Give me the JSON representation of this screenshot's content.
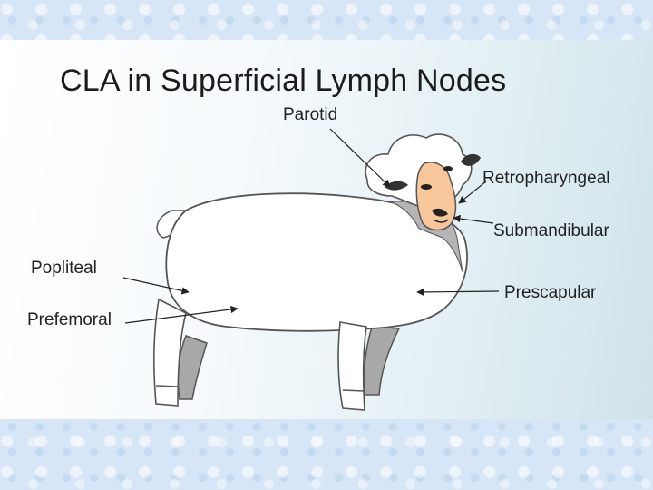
{
  "slide": {
    "title": "CLA in Superficial Lymph Nodes"
  },
  "diagram": {
    "subject": "sheep",
    "labels": {
      "parotid": "Parotid",
      "retropharyngeal": "Retropharyngeal",
      "submandibular": "Submandibular",
      "popliteal": "Popliteal",
      "prescapular": "Prescapular",
      "prefemoral": "Prefemoral"
    },
    "colors": {
      "body": "#ffffff",
      "outline": "#555555",
      "shadow_legs": "#a8a8a8",
      "face": "#f7c69a",
      "panel_edge": "#cfe2ea"
    }
  }
}
